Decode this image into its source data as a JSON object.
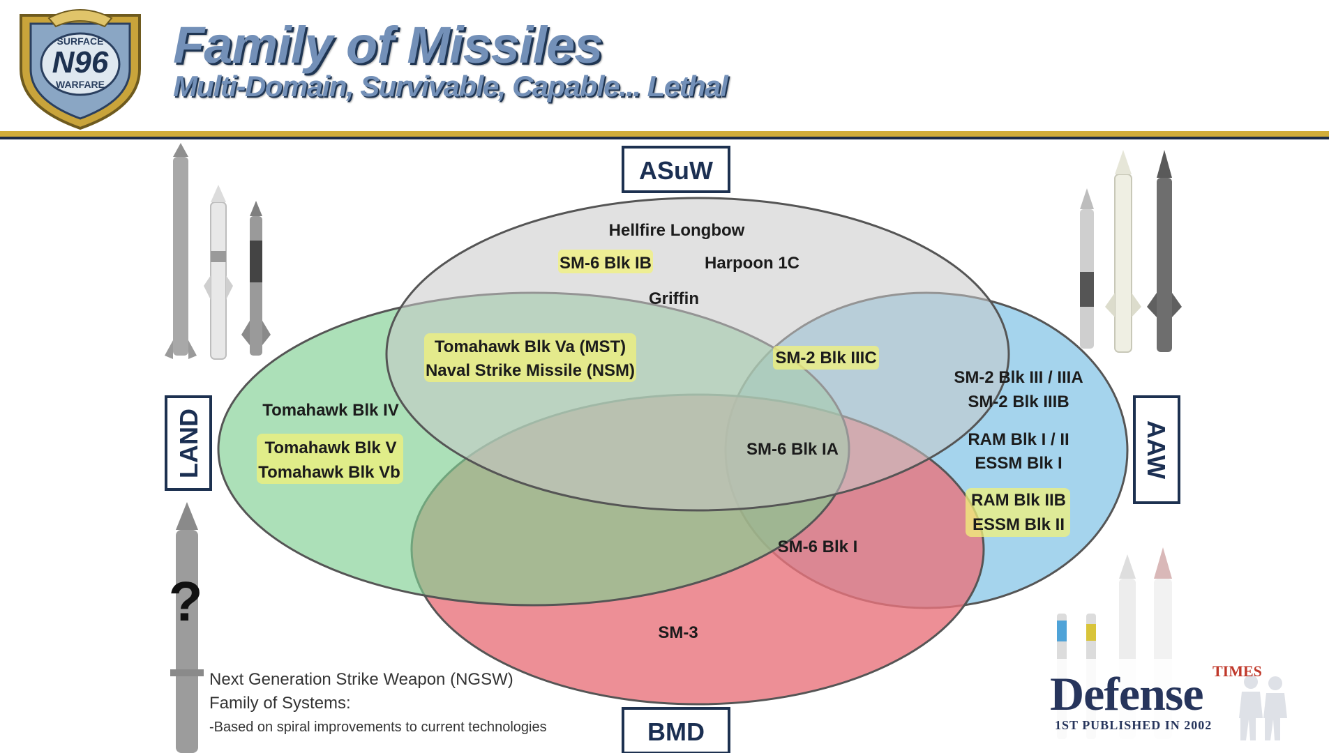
{
  "header": {
    "emblem_text": {
      "top": "SURFACE",
      "center": "N96",
      "bottom": "WARFARE"
    },
    "title": "Family of Missiles",
    "subtitle": "Multi-Domain, Survivable, Capable... Lethal"
  },
  "domains": {
    "asuw": "ASuW",
    "land": "LAND",
    "aaw": "AAW",
    "bmd": "BMD"
  },
  "regions": {
    "asuw_only": [
      "Hellfire Longbow",
      "SM-6 Blk IB",
      "Harpoon 1C",
      "Griffin"
    ],
    "land_asuw": [
      "Tomahawk Blk Va (MST)",
      "Naval Strike Missile (NSM)"
    ],
    "land_only": [
      "Tomahawk Blk IV",
      "Tomahawk Blk V",
      "Tomahawk Blk Vb"
    ],
    "asuw_aaw": [
      "SM-2 Blk IIIC"
    ],
    "aaw_only": [
      "SM-2 Blk III / IIIA",
      "SM-2 Blk IIIB",
      "RAM Blk I / II",
      "ESSM Blk I",
      "RAM Blk IIB",
      "ESSM Blk II"
    ],
    "asuw_aaw_bmd": [
      "SM-6 Blk IA"
    ],
    "aaw_bmd": [
      "SM-6 Blk I"
    ],
    "bmd_only": [
      "SM-3"
    ]
  },
  "highlighted": [
    "SM-6 Blk IB",
    "Tomahawk Blk Va (MST)",
    "Naval Strike Missile (NSM)",
    "Tomahawk Blk V",
    "Tomahawk Blk Vb",
    "SM-2 Blk IIIC",
    "RAM Blk IIB",
    "ESSM Blk II"
  ],
  "unknown_marker": "?",
  "ngsw": {
    "line1": "Next Generation Strike Weapon (NGSW)",
    "line2": "Family of Systems:",
    "line3": "-Based on spiral improvements to current technologies"
  },
  "watermark": {
    "times": "TIMES",
    "defense": "Defense",
    "published": "1ST PUBLISHED IN 2002"
  },
  "colors": {
    "asuw": "#c8c8c8",
    "land": "#7fcf92",
    "aaw": "#8ec9e8",
    "bmd": "#e8737c",
    "highlight": "#f2f27a",
    "navy": "#1d3150",
    "gold": "#d1ad3a"
  },
  "icons": [
    "n96-emblem-icon",
    "missile-icon",
    "soldier-silhouette-icon"
  ]
}
